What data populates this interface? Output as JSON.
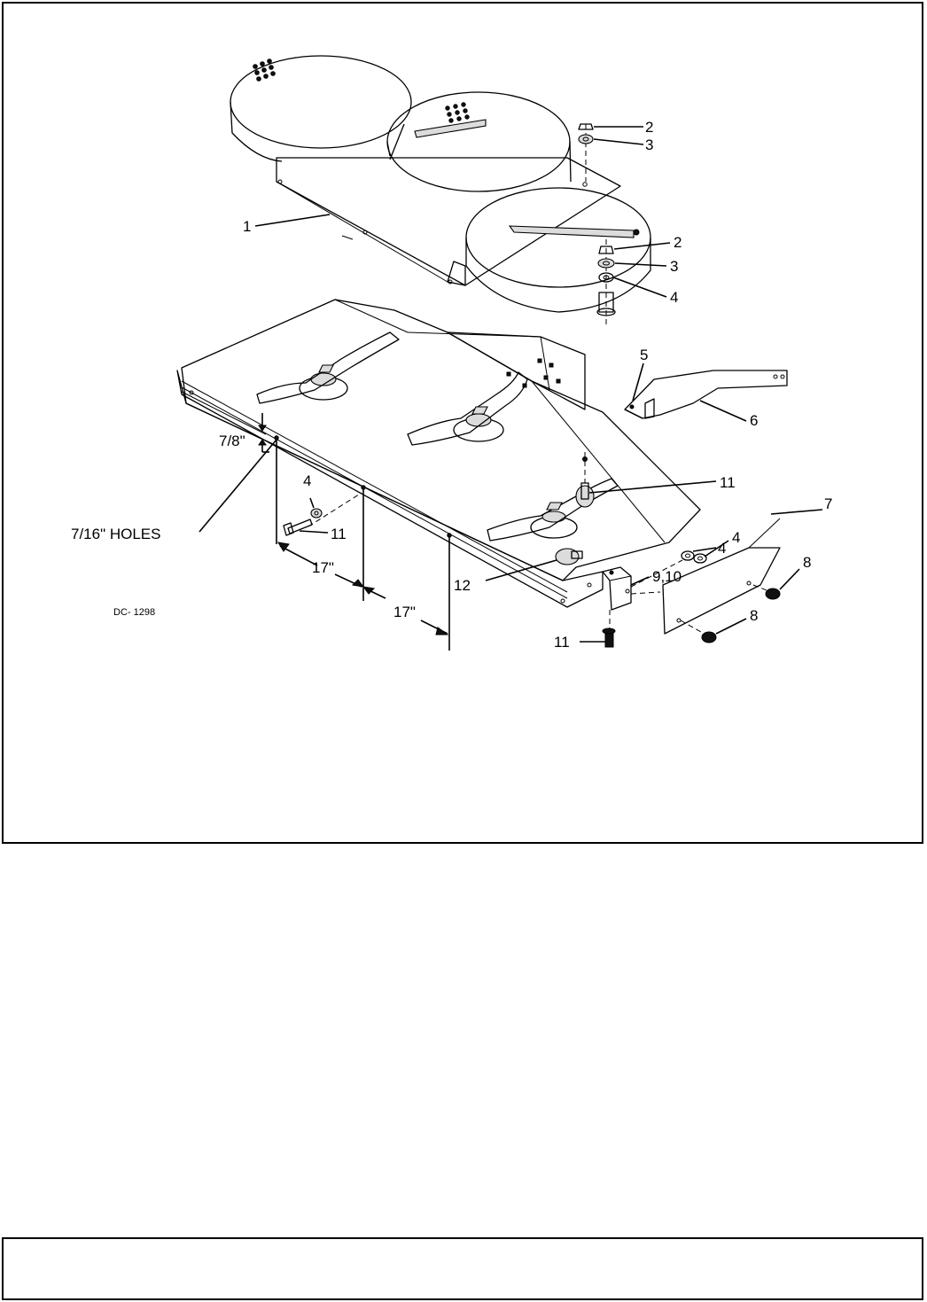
{
  "labels": {
    "part_1": "1",
    "part_2a": "2",
    "part_3a": "3",
    "part_2b": "2",
    "part_3b": "3",
    "part_4a": "4",
    "part_5": "5",
    "part_6": "6",
    "part_11a": "11",
    "part_7": "7",
    "part_4b": "4",
    "part_4c": "4",
    "part_8a": "8",
    "part_8b": "8",
    "part_9_10": "9,10",
    "part_12": "12",
    "part_11b": "11",
    "part_4d": "4",
    "part_11c": "11"
  },
  "dimensions": {
    "height": "7/8\"",
    "holes": "7/16\" HOLES",
    "spacing_1": "17\"",
    "spacing_2": "17\""
  },
  "drawing_code": "DC- 1298"
}
